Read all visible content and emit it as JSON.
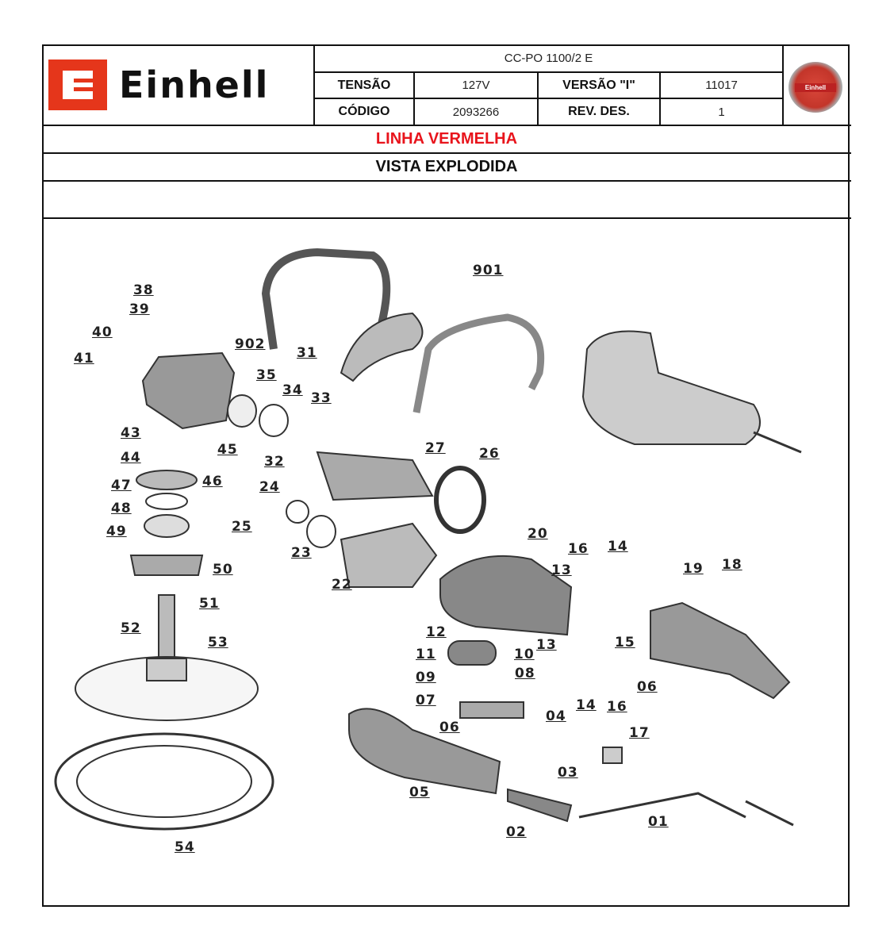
{
  "header": {
    "brand": "Einhell",
    "model": "CC-PO 1100/2 E",
    "tensao_label": "TENSÃO",
    "tensao_value": "127V",
    "versao_label": "VERSÃO \"I\"",
    "versao_value": "11017",
    "codigo_label": "CÓDIGO",
    "codigo_value": "2093266",
    "rev_label": "REV. DES.",
    "rev_value": "1",
    "seal_text": "Einhell"
  },
  "line_title": "LINHA VERMELHA",
  "section_title": "VISTA EXPLODIDA",
  "colors": {
    "brand_red": "#e5361b",
    "title_red": "#e8141c"
  },
  "part_labels": [
    "901",
    "38",
    "39",
    "40",
    "902",
    "41",
    "31",
    "35",
    "34",
    "33",
    "43",
    "44",
    "45",
    "46",
    "32",
    "27",
    "26",
    "47",
    "24",
    "48",
    "25",
    "49",
    "20",
    "16",
    "14",
    "23",
    "13",
    "19",
    "18",
    "50",
    "22",
    "51",
    "12",
    "15",
    "52",
    "53",
    "13",
    "11",
    "10",
    "09",
    "08",
    "06",
    "14",
    "16",
    "07",
    "04",
    "06",
    "17",
    "03",
    "05",
    "01",
    "02",
    "54"
  ]
}
